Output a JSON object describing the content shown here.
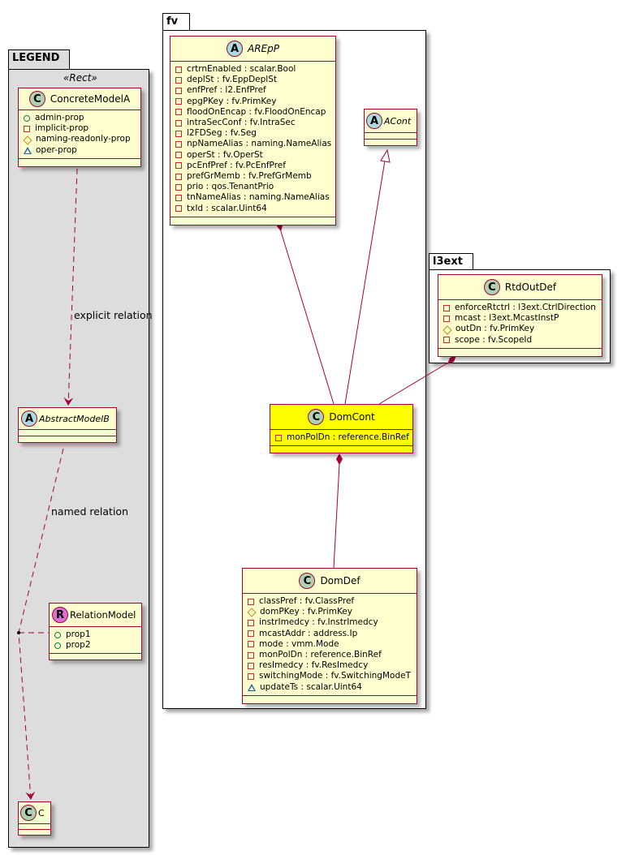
{
  "packages": {
    "legend": {
      "name": "LEGEND",
      "stereotype": "«Rect»",
      "background": "#DDDDDD"
    },
    "fv": {
      "name": "fv"
    },
    "l3ext": {
      "name": "l3ext"
    }
  },
  "colors": {
    "class_fill": "#FEFECE",
    "border": "#A80036",
    "highlight": "#FFFF00"
  },
  "classes": {
    "concrete_model_a": {
      "name": "ConcreteModelA",
      "kind": "C",
      "attrs": [
        {
          "vis": "public",
          "text": "admin-prop"
        },
        {
          "vis": "private",
          "text": "implicit-prop"
        },
        {
          "vis": "protected",
          "text": "naming-readonly-prop"
        },
        {
          "vis": "package",
          "text": "oper-prop"
        }
      ]
    },
    "abstract_model_b": {
      "name": "AbstractModelB",
      "kind": "A"
    },
    "relation_model": {
      "name": "RelationModel",
      "kind": "R",
      "attrs": [
        {
          "vis": "public",
          "text": "prop1"
        },
        {
          "vis": "public",
          "text": "prop2"
        }
      ]
    },
    "c": {
      "name": "C",
      "kind": "C"
    },
    "arepp": {
      "name": "AREpP",
      "kind": "A",
      "attrs": [
        {
          "vis": "private",
          "text": "crtrnEnabled : scalar.Bool"
        },
        {
          "vis": "private",
          "text": "deplSt : fv.EppDeplSt"
        },
        {
          "vis": "private",
          "text": "enfPref : l2.EnfPref"
        },
        {
          "vis": "private",
          "text": "epgPKey : fv.PrimKey"
        },
        {
          "vis": "private",
          "text": "floodOnEncap : fv.FloodOnEncap"
        },
        {
          "vis": "private",
          "text": "intraSecConf : fv.IntraSec"
        },
        {
          "vis": "private",
          "text": "l2FDSeg : fv.Seg"
        },
        {
          "vis": "private",
          "text": "npNameAlias : naming.NameAlias"
        },
        {
          "vis": "private",
          "text": "operSt : fv.OperSt"
        },
        {
          "vis": "private",
          "text": "pcEnfPref : fv.PcEnfPref"
        },
        {
          "vis": "private",
          "text": "prefGrMemb : fv.PrefGrMemb"
        },
        {
          "vis": "private",
          "text": "prio : qos.TenantPrio"
        },
        {
          "vis": "private",
          "text": "tnNameAlias : naming.NameAlias"
        },
        {
          "vis": "private",
          "text": "txId : scalar.Uint64"
        }
      ]
    },
    "acont": {
      "name": "ACont",
      "kind": "A"
    },
    "rtdoutdef": {
      "name": "RtdOutDef",
      "kind": "C",
      "attrs": [
        {
          "vis": "private",
          "text": "enforceRtctrl : l3ext.CtrlDirection"
        },
        {
          "vis": "private",
          "text": "mcast : l3ext.McastInstP"
        },
        {
          "vis": "protected",
          "text": "outDn : fv.PrimKey"
        },
        {
          "vis": "private",
          "text": "scope : fv.ScopeId"
        }
      ]
    },
    "domcont": {
      "name": "DomCont",
      "kind": "C",
      "attrs": [
        {
          "vis": "private",
          "text": "monPolDn : reference.BinRef"
        }
      ]
    },
    "domdef": {
      "name": "DomDef",
      "kind": "C",
      "attrs": [
        {
          "vis": "private",
          "text": "classPref : fv.ClassPref"
        },
        {
          "vis": "protected",
          "text": "domPKey : fv.PrimKey"
        },
        {
          "vis": "private",
          "text": "instrImedcy : fv.InstrImedcy"
        },
        {
          "vis": "private",
          "text": "mcastAddr : address.Ip"
        },
        {
          "vis": "private",
          "text": "mode : vmm.Mode"
        },
        {
          "vis": "private",
          "text": "monPolDn : reference.BinRef"
        },
        {
          "vis": "private",
          "text": "resImedcy : fv.ResImedcy"
        },
        {
          "vis": "private",
          "text": "switchingMode : fv.SwitchingModeT"
        },
        {
          "vis": "package",
          "text": "updateTs : scalar.Uint64"
        }
      ]
    }
  },
  "relations": {
    "explicit_label": "explicit relation",
    "named_label": "named relation"
  }
}
